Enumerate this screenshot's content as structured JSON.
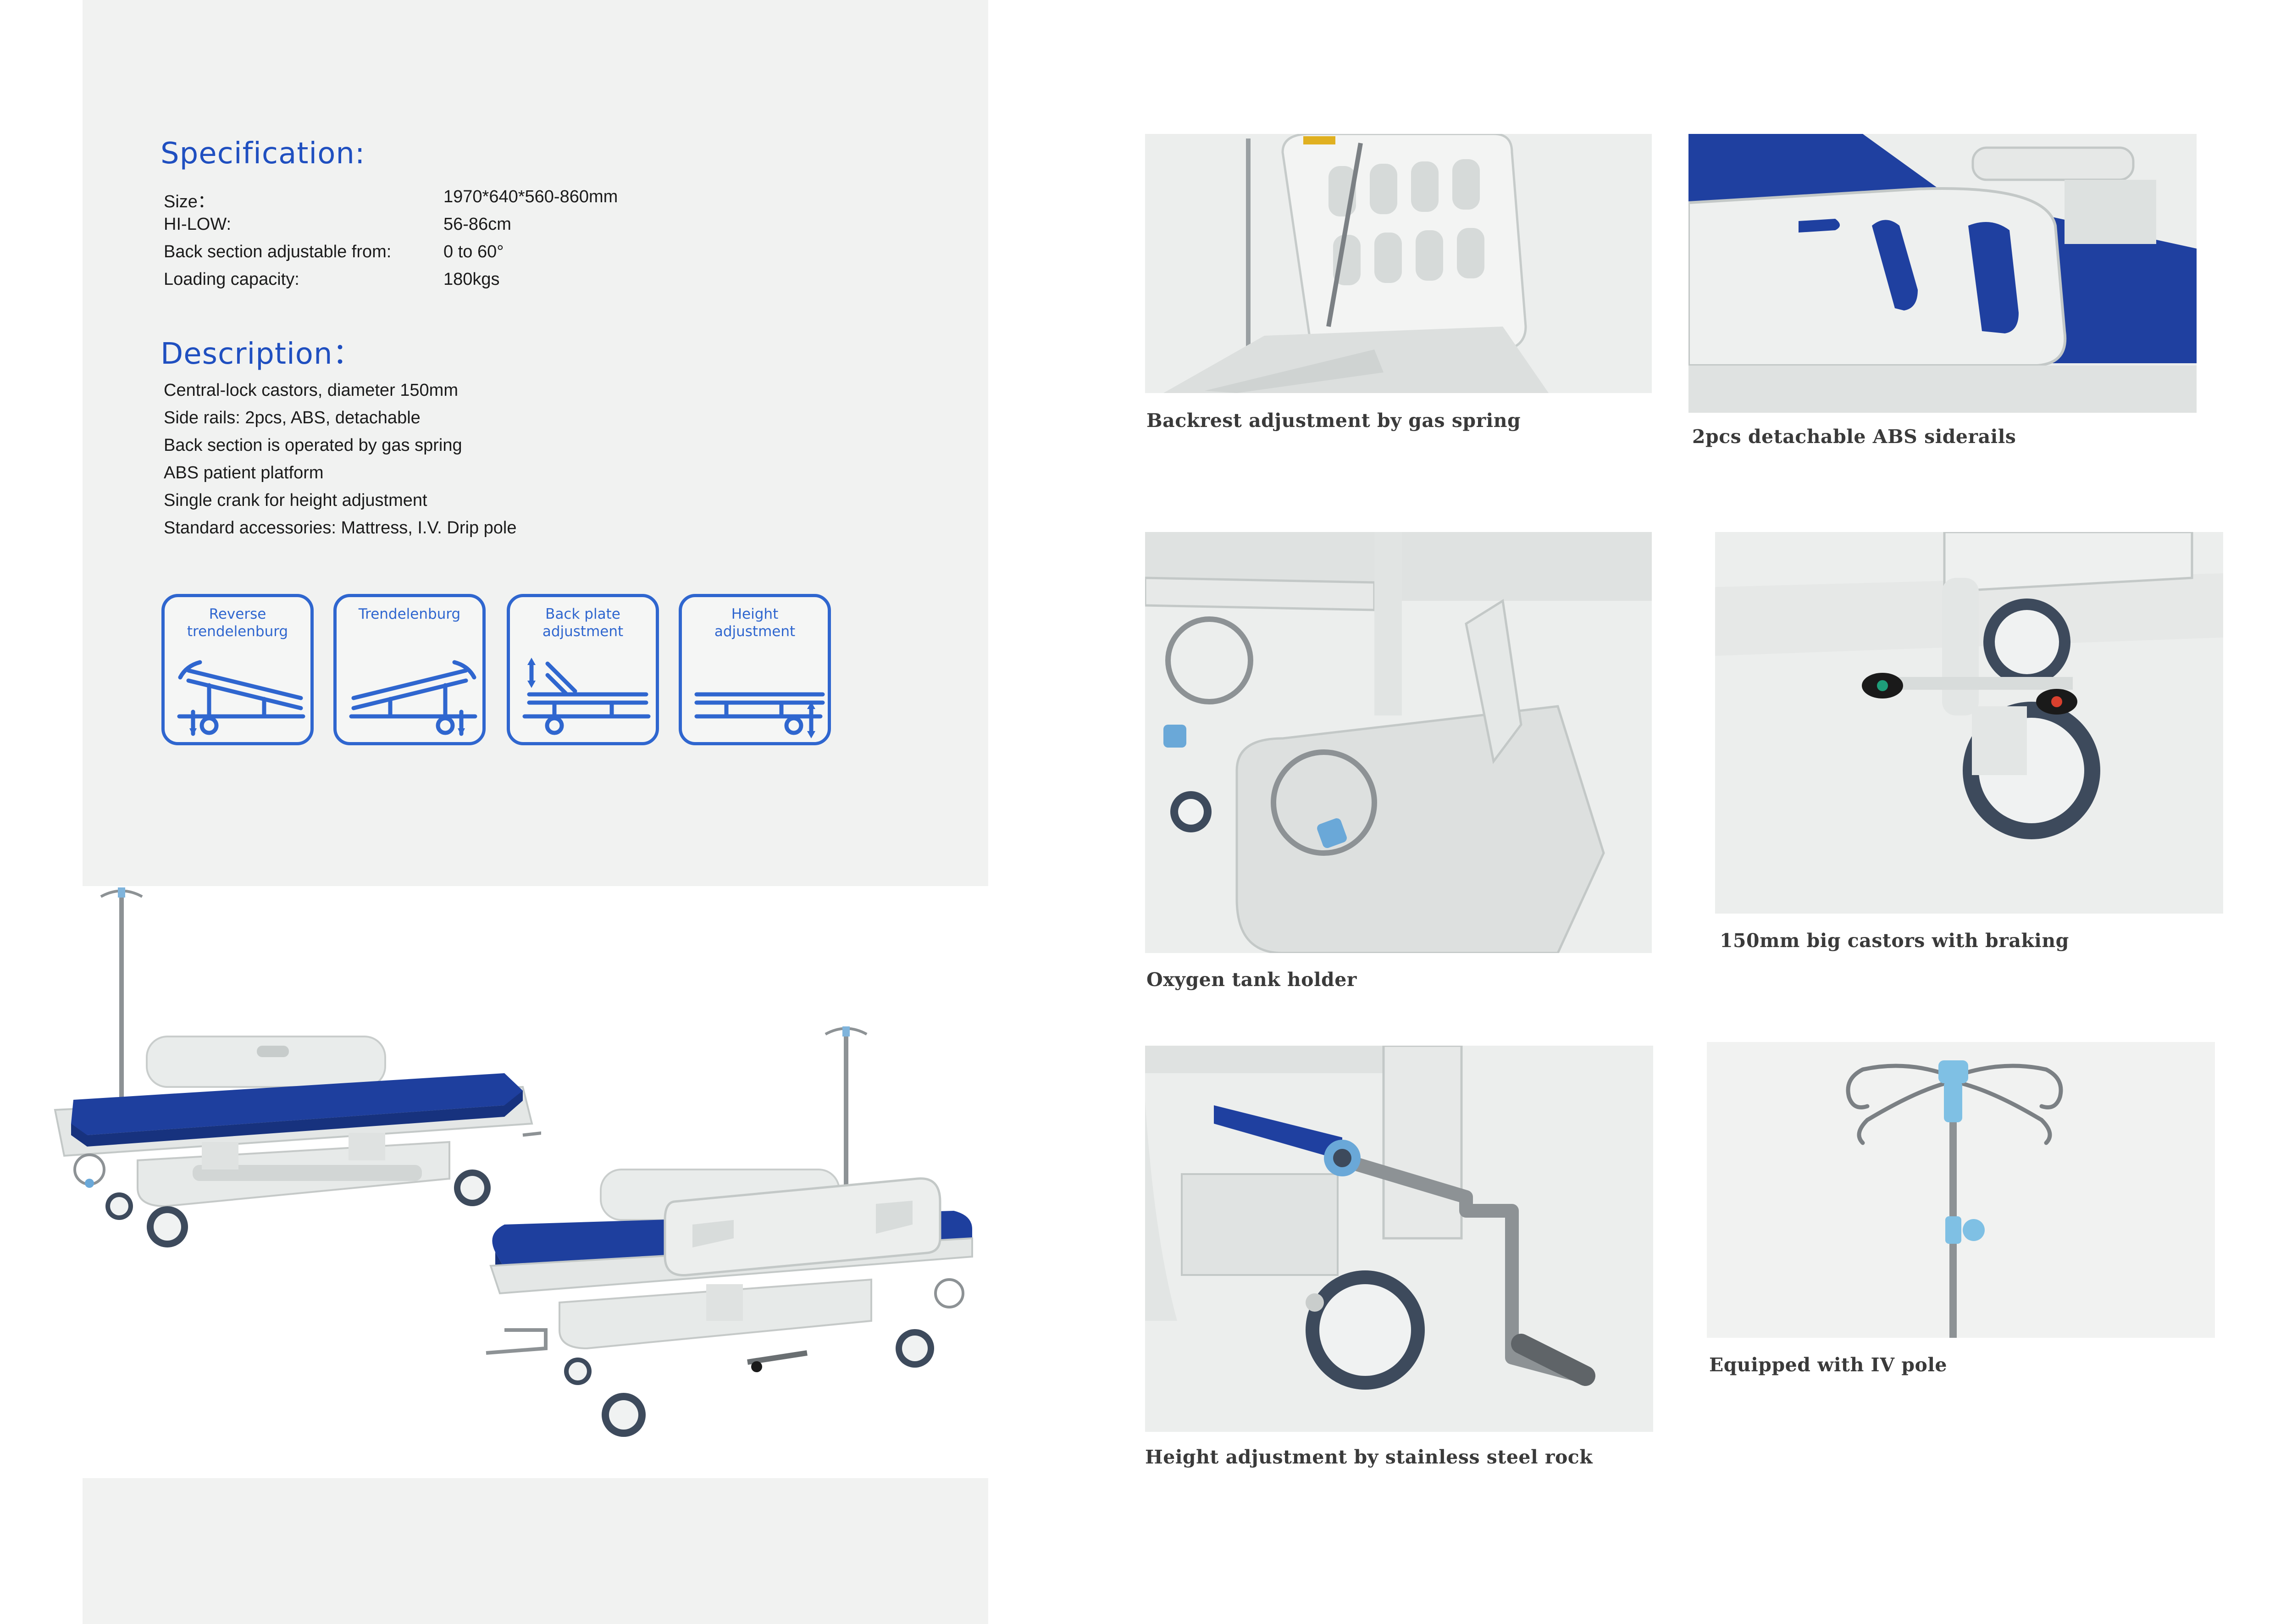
{
  "specification": {
    "title": "Specification:",
    "rows": [
      {
        "label": "Size：",
        "value": "1970*640*560-860mm"
      },
      {
        "label": "HI-LOW:",
        "value": "56-86cm"
      },
      {
        "label": "Back section adjustable from:",
        "value": "0 to 60°"
      },
      {
        "label": "Loading capacity:",
        "value": "180kgs"
      }
    ]
  },
  "description": {
    "title": "Description：",
    "items": [
      "Central-lock castors, diameter 150mm",
      "Side rails: 2pcs, ABS, detachable",
      "Back section is operated by gas spring",
      "ABS patient platform",
      "Single crank for height adjustment",
      "Standard accessories: Mattress, I.V. Drip pole"
    ]
  },
  "features": [
    {
      "label": "Reverse\ntrendelenburg",
      "icon": "reverse-trendelenburg-icon"
    },
    {
      "label": "Trendelenburg",
      "icon": "trendelenburg-icon"
    },
    {
      "label": "Back plate\nadjustment",
      "icon": "back-plate-adjustment-icon"
    },
    {
      "label": "Height\nadjustment",
      "icon": "height-adjustment-icon"
    }
  ],
  "photos": [
    {
      "caption": "Backrest adjustment by gas spring"
    },
    {
      "caption": "2pcs detachable ABS siderails"
    },
    {
      "caption": "Oxygen tank holder"
    },
    {
      "caption": "150mm big castors with braking"
    },
    {
      "caption": "Height adjustment by stainless steel rock"
    },
    {
      "caption": "Equipped with IV pole"
    }
  ],
  "colors": {
    "accent": "#2f66cf",
    "title": "#1f4fc0",
    "mattress": "#1e3f9e",
    "panel": "#f1f2f1"
  }
}
